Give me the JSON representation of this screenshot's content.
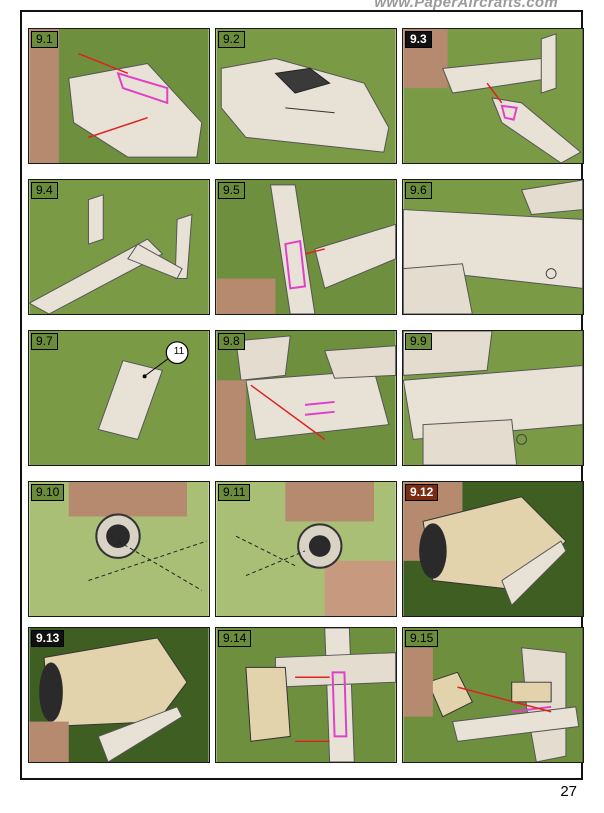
{
  "header": {
    "site": "www.PaperAircrafts.com"
  },
  "page_number": "27",
  "panels": [
    {
      "label": "9.1"
    },
    {
      "label": "9.2"
    },
    {
      "label": "9.3"
    },
    {
      "label": "9.4"
    },
    {
      "label": "9.5"
    },
    {
      "label": "9.6"
    },
    {
      "label": "9.7"
    },
    {
      "label": "9.8"
    },
    {
      "label": "9.9"
    },
    {
      "label": "9.10"
    },
    {
      "label": "9.11"
    },
    {
      "label": "9.12"
    },
    {
      "label": "9.13"
    },
    {
      "label": "9.14"
    },
    {
      "label": "9.15"
    }
  ],
  "callout": {
    "part_number": "11"
  },
  "colors": {
    "background_green": "#6b8c3a",
    "paper": "#e9e2d6",
    "glue_mark": "#e040c8",
    "arrow": "#e02020"
  }
}
